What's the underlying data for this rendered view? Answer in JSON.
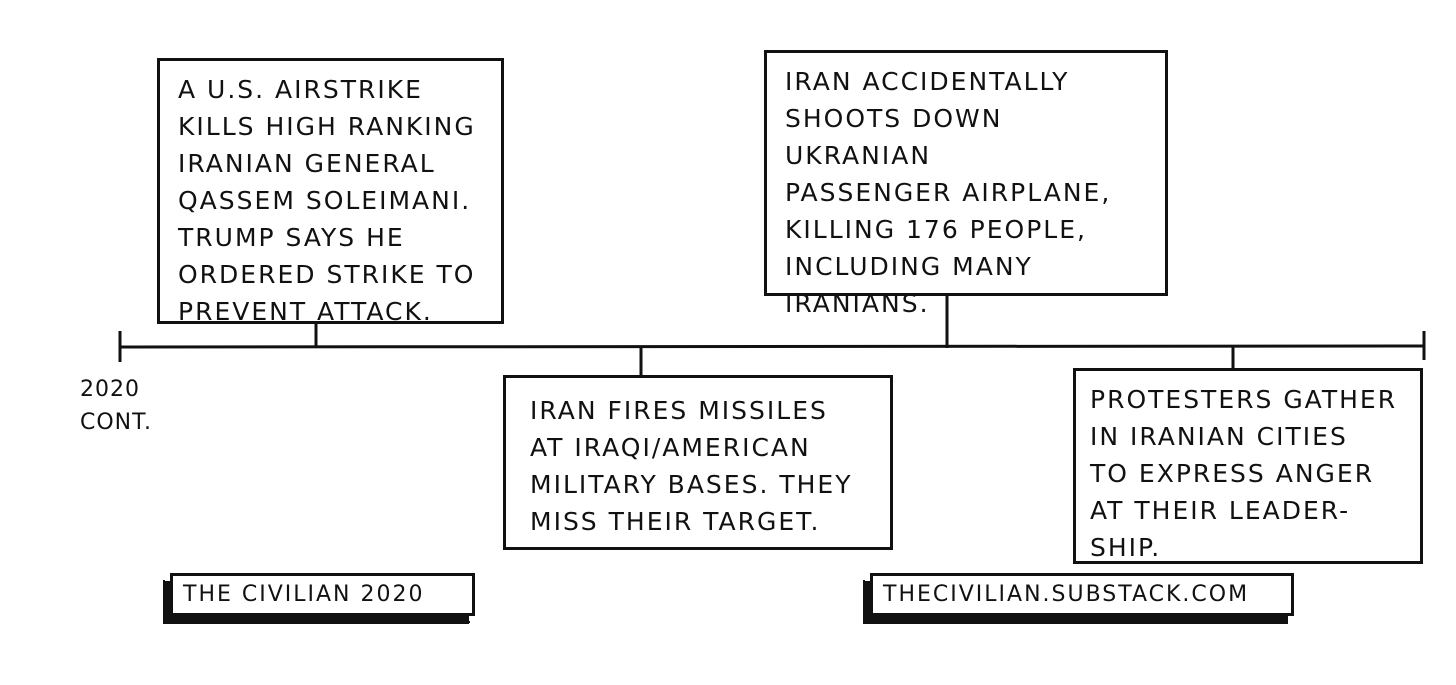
{
  "timeline": {
    "year_label": "2020\nCONT.",
    "events": [
      {
        "id": "soleimani",
        "text": "A U.S. AIRSTRIKE\nKILLS HIGH RANKING\nIRANIAN GENERAL\nQASSEM SOLEIMANI.\nTRUMP SAYS HE\nORDERED STRIKE TO\nPREVENT ATTACK."
      },
      {
        "id": "missiles",
        "text": "IRAN FIRES MISSILES\nAT IRAQI/AMERICAN\nMILITARY BASES. THEY\nMISS THEIR TARGET."
      },
      {
        "id": "airplane",
        "text": "IRAN ACCIDENTALLY\nSHOOTS DOWN UKRANIAN\nPASSENGER AIRPLANE,\nKILLING 176 PEOPLE,\nINCLUDING MANY\nIRANIANS."
      },
      {
        "id": "protest",
        "text": "PROTESTERS GATHER\nIN IRANIAN CITIES\nTO EXPRESS ANGER\nAT THEIR LEADER-\nSHIP."
      }
    ]
  },
  "credits": {
    "left": "THE CIVILIAN 2020",
    "right": "THECIVILIAN.SUBSTACK.COM"
  },
  "colors": {
    "ink": "#111111",
    "paper": "#ffffff"
  }
}
